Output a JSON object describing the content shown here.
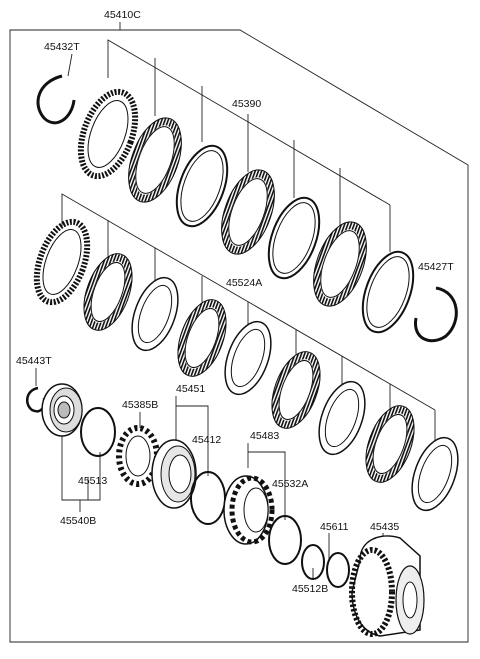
{
  "labels": {
    "l45410C": "45410C",
    "l45432T": "45432T",
    "l45390": "45390",
    "l45524A": "45524A",
    "l45427T": "45427T",
    "l45443T": "45443T",
    "l45451": "45451",
    "l45385B": "45385B",
    "l45412": "45412",
    "l45483": "45483",
    "l45513": "45513",
    "l45532A": "45532A",
    "l45611": "45611",
    "l45435": "45435",
    "l45540B": "45540B",
    "l45512B": "45512B"
  }
}
